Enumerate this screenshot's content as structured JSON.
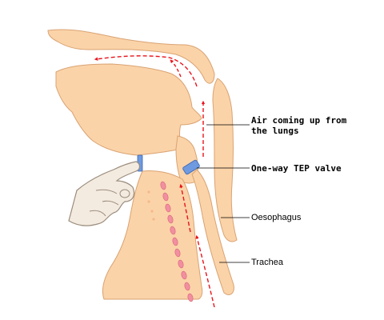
{
  "labels": {
    "air_line1": "Air coming up from",
    "air_line2": "the lungs",
    "valve": "One-way TEP valve",
    "oesophagus": "Oesophagus",
    "trachea": "Trachea"
  },
  "colors": {
    "tissue": "#fbd3a8",
    "tissue_edge": "#d9a373",
    "hand": "#f4ebe0",
    "hand_edge": "#9b8d7d",
    "cartilage": "#f28fa0",
    "arrow": "#e8141c",
    "valve": "#6f9ae0",
    "leader": "#000000"
  }
}
